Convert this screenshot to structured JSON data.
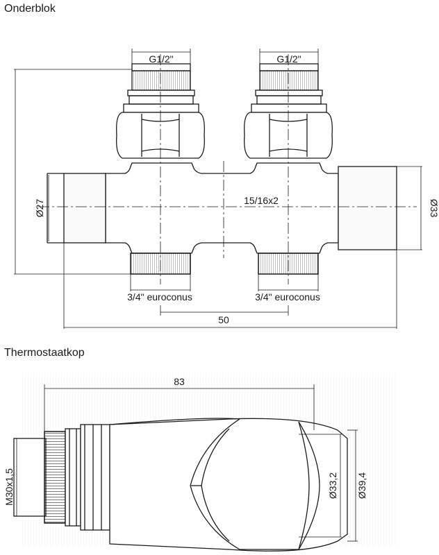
{
  "sections": {
    "onderblok": "Onderblok",
    "thermostaatkop": "Thermostaatkop"
  },
  "onderblok": {
    "thread_left": "G1/2\"",
    "thread_right": "G1/2\"",
    "diameter_left": "Ø27",
    "diameter_right": "Ø33",
    "tube": "15/16x2",
    "cone_left": "3/4\" euroconus",
    "cone_right": "3/4\" euroconus",
    "center_distance": "50"
  },
  "thermostaatkop": {
    "length": "83",
    "thread": "M30x1,5",
    "diameter_inner": "Ø33,2",
    "diameter_outer": "Ø39,4"
  },
  "colors": {
    "line": "#1a1a1a",
    "hatch": "#777777",
    "background": "#ffffff"
  }
}
